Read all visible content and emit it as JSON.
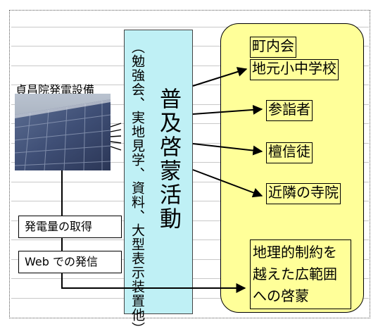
{
  "photo": {
    "label": "貞昌院発電設備",
    "image_icon": "solar-panel-photo"
  },
  "center": {
    "detail": "（勉強会、実地見学、資料、大型表示装置他）",
    "title": "普及啓蒙活動"
  },
  "targets": {
    "community": "町内会",
    "school": "地元小中学校",
    "visitors": "参詣者",
    "danka": "檀信徒",
    "temples": "近隣の寺院",
    "wide_line1": "地理的制約を",
    "wide_line2": "越えた広範囲",
    "wide_line3": "への啓蒙"
  },
  "side": {
    "acquire": "発電量の取得",
    "web": "Web での発信"
  },
  "colors": {
    "center_fill": "#bff0f5",
    "target_fill": "#ffff99",
    "line": "#000000"
  }
}
